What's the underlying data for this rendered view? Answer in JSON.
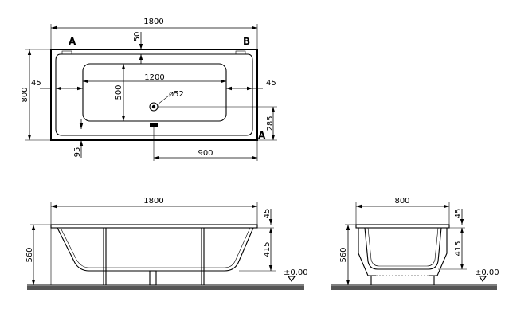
{
  "top_view": {
    "total_length": "1800",
    "total_width": "800",
    "corner_a_left": "A",
    "corner_b_right": "B",
    "corner_a_bottom_right": "A",
    "rim_top": "50",
    "inner_length": "1200",
    "inner_width": "500",
    "side_left": "45",
    "side_right": "45",
    "drain_diameter": "ø52",
    "drain_offset_y": "285",
    "overflow_offset_y": "95",
    "drain_offset_x": "900"
  },
  "side_view": {
    "total_length": "1800",
    "height": "560",
    "rim_thickness": "45",
    "rim_to_floor": "415",
    "floor_level": "±0.00"
  },
  "end_view": {
    "total_width": "800",
    "height": "560",
    "rim_thickness": "45",
    "rim_to_floor": "415",
    "floor_level": "±0.00"
  }
}
